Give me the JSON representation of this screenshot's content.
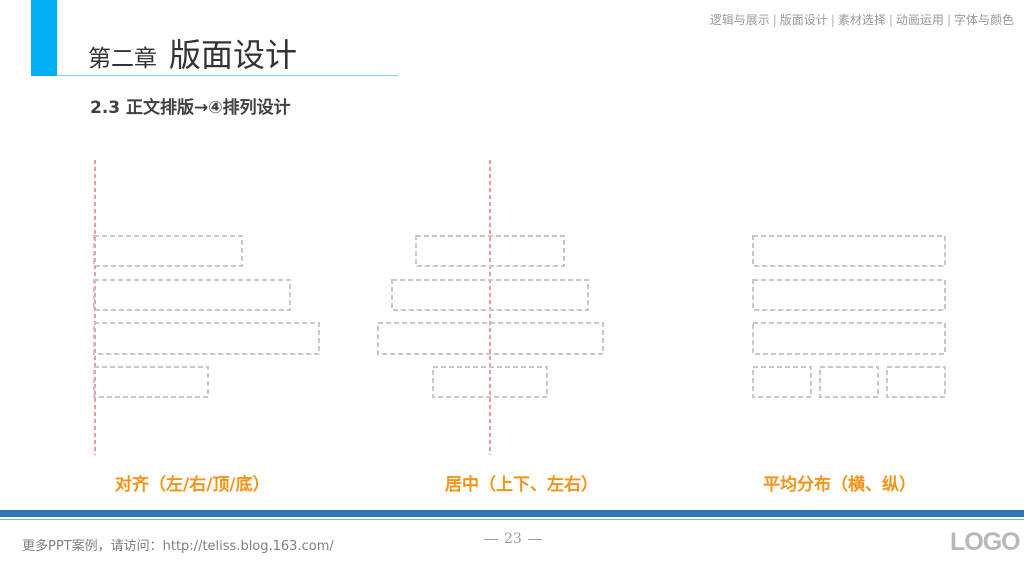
{
  "header": {
    "chapter_prefix": "第二章",
    "chapter_title": "版面设计",
    "nav": [
      "逻辑与展示",
      "版面设计",
      "素材选择",
      "动画运用",
      "字体与颜色"
    ],
    "nav_separator": "|"
  },
  "section": {
    "title": "2.3 正文排版→④排列设计"
  },
  "captions": {
    "align": "对齐（左/右/顶/底）",
    "center": "居中（上下、左右）",
    "distribute": "平均分布（横、纵）"
  },
  "footer": {
    "link_text": "更多PPT案例，请访问：http://teliss.blog.163.com/",
    "page_number": "23",
    "logo": "LOGO"
  },
  "colors": {
    "accent": "#00b0f0",
    "caption": "#f39418",
    "guide_line": "#d9343a",
    "placeholder_border": "#c8c8c8",
    "footer_band": "#2e75b6"
  }
}
